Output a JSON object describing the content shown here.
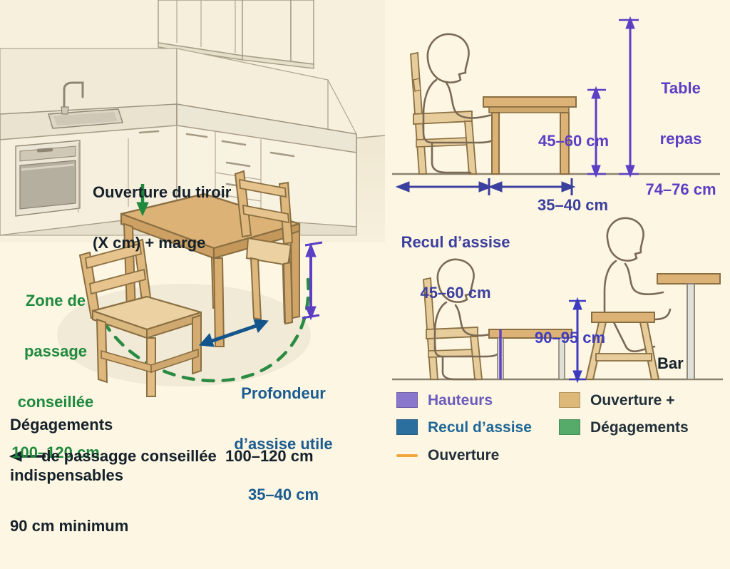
{
  "background_color": "#fdf6e3",
  "left_panel": {
    "scene_name": "kitchen-with-dining-table",
    "annotations": {
      "drawer_opening": {
        "line1": "Ouverture du tiroir",
        "line2": "(X cm) + marge",
        "color": "#15212b",
        "arrow_color": "#1f8a3e"
      },
      "passage_zone": {
        "line1": "Zone de",
        "line2": "passage",
        "line3": "conseillée",
        "line4": "100–120 cm",
        "color": "#1f8a3e"
      },
      "seat_depth": {
        "line1": "Profondeur",
        "line2": "d’assise utile",
        "line3": "35–40 cm",
        "color": "#1b5c91"
      },
      "clearances": {
        "line1": "Dégagements",
        "line2": "indispensables",
        "line3": "90 cm minimum",
        "color": "#15212b"
      },
      "passage_bottom": {
        "text": "de passagge conseillée  100–120 cm",
        "color": "#15212b"
      }
    }
  },
  "right_panel": {
    "top_diagram": {
      "name": "dining-table-seated-person",
      "table_height": {
        "label_line1": "Table",
        "label_line2": "repas",
        "label_line3": "74–76 cm",
        "color": "#5b3fc4"
      },
      "knee_clearance": {
        "label": "45–60 cm",
        "color": "#5b3fc4"
      },
      "seat_setback": {
        "label_line1": "Recul d’assise",
        "label_line2": "45–60 cm",
        "color": "#3b3f9e"
      },
      "table_overhang": {
        "label": "35–40 cm",
        "color": "#3b3f9e"
      }
    },
    "bottom_left_diagram": {
      "name": "low-table-seated-person"
    },
    "bottom_right_diagram": {
      "name": "bar-counter-with-stool",
      "bar_label": "Bar",
      "bar_height": {
        "label": "90–95 cm",
        "color": "#3f3bbf"
      }
    }
  },
  "legend": {
    "items": [
      {
        "label": "Hauteurs",
        "color": "#8877cc",
        "swatch": "box",
        "text_color": "#6a5bbd"
      },
      {
        "label": "Recul d’assise",
        "color": "#2b6f9e",
        "swatch": "box",
        "text_color": "#1f6796"
      },
      {
        "label": "Ouverture",
        "color": "#f0a63c",
        "swatch": "line",
        "text_color": "#22303a"
      },
      {
        "label": "Ouverture +",
        "color": "#ddb878",
        "swatch": "box",
        "text_color": "#22303a"
      },
      {
        "label": "Dégagements",
        "color": "#56ab6a",
        "swatch": "box",
        "text_color": "#22303a"
      }
    ]
  },
  "palette": {
    "wood": "#dbb274",
    "wood_dark": "#8a6f42",
    "cabinet": "#f3ecd9",
    "counter": "#e2dccb",
    "outline": "#7c7463",
    "green": "#1f8a3e",
    "blue": "#1b5c91",
    "purple": "#5b3fc4",
    "body_outline": "#7a6a55"
  }
}
